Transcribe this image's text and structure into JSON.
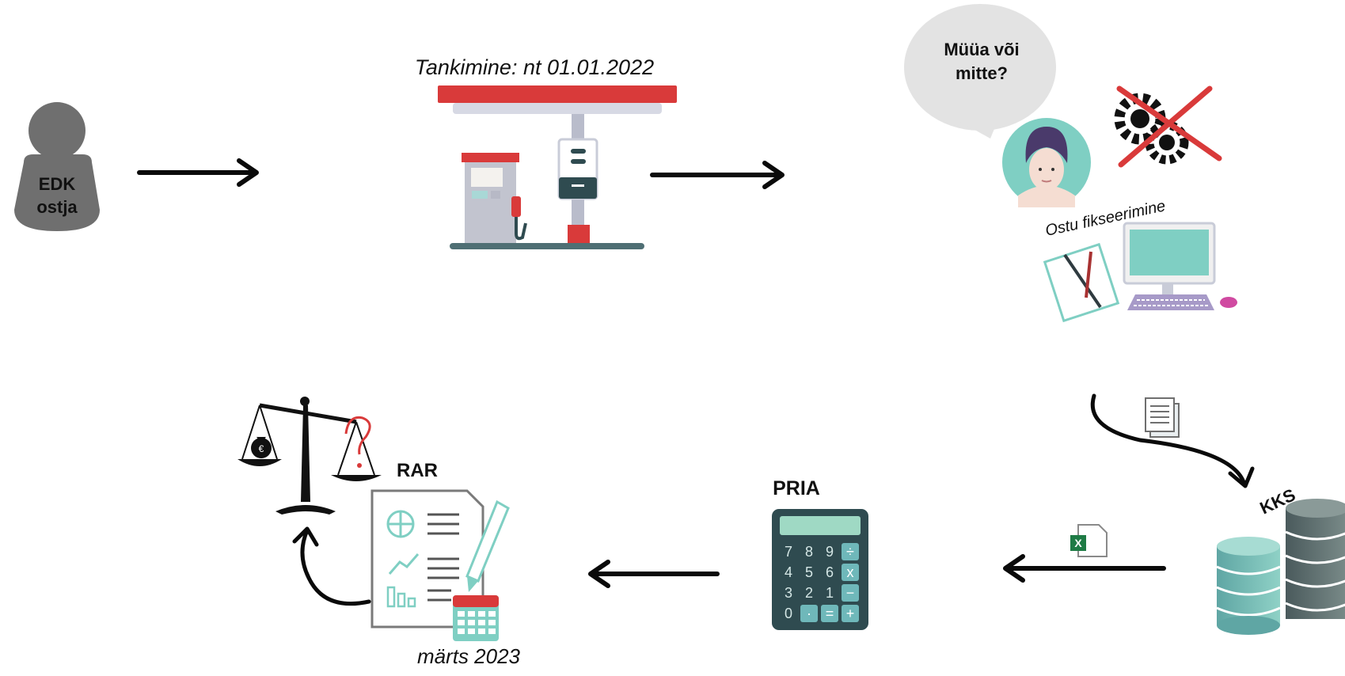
{
  "buyer": {
    "line1": "EDK",
    "line2": "ostja"
  },
  "station": {
    "caption": "Tankimine: nt 01.01.2022"
  },
  "seller": {
    "bubble_line1": "Müüa või",
    "bubble_line2": "mitte?",
    "fixing_caption": "Ostu fikseerimine"
  },
  "kks": {
    "label": "KKS"
  },
  "pria": {
    "label": "PRIA",
    "keypad": [
      [
        "7",
        "8",
        "9",
        "÷"
      ],
      [
        "4",
        "5",
        "6",
        "x"
      ],
      [
        "3",
        "2",
        "1",
        "−"
      ],
      [
        "0",
        "·",
        "=",
        "+"
      ]
    ]
  },
  "rar": {
    "label": "RAR",
    "date_caption": "märts 2023"
  },
  "colors": {
    "black": "#0a0a0a",
    "gray": "#6f6f6f",
    "red": "#d93a3a",
    "teal": "#7fcfc3",
    "dark_teal": "#2f4b50"
  }
}
